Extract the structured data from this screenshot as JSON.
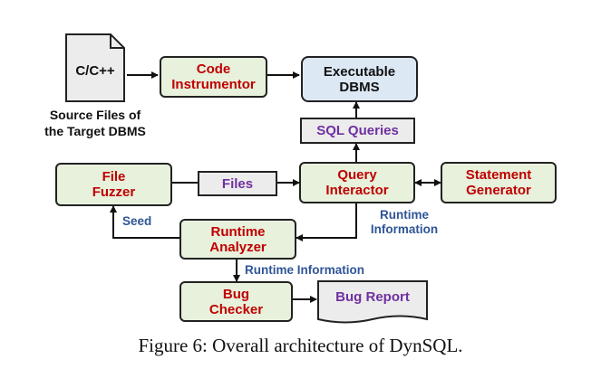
{
  "file_icon": {
    "text": "C/C++"
  },
  "source_label": "Source Files of\nthe Target DBMS",
  "nodes": {
    "code_instrumentor": "Code\nInstrumentor",
    "executable_dbms": "Executable\nDBMS",
    "sql_queries": "SQL Queries",
    "file_fuzzer": "File\nFuzzer",
    "files": "Files",
    "query_interactor": "Query\nInteractor",
    "statement_generator": "Statement\nGenerator",
    "runtime_analyzer": "Runtime\nAnalyzer",
    "bug_checker": "Bug\nChecker",
    "bug_report": "Bug Report"
  },
  "edge_labels": {
    "seed": "Seed",
    "runtime_information_right": "Runtime\nInformation",
    "runtime_information_bottom": "Runtime Information"
  },
  "caption": "Figure 6: Overall architecture of DynSQL.",
  "colors": {
    "module_fill": "#e7f1dc",
    "module_text": "#c00000",
    "dbms_fill": "#dde8f5",
    "data_fill": "#ececec",
    "data_text": "#7030a0",
    "edge_label_text": "#2f5597"
  }
}
